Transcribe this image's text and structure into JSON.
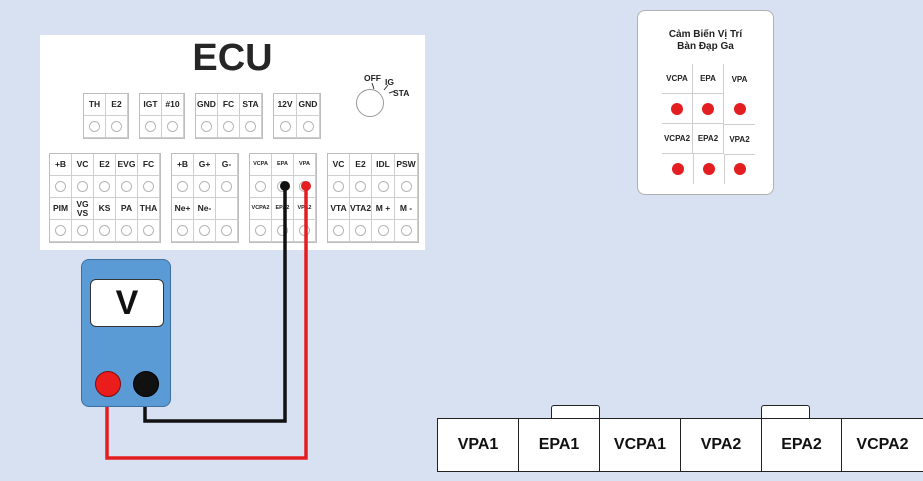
{
  "ecu": {
    "title": "ECU",
    "ignition": {
      "off": "OFF",
      "ig": "IG",
      "sta": "STA"
    },
    "top_groups": [
      [
        "TH",
        "E2"
      ],
      [
        "IGT",
        "#10"
      ],
      [
        "GND",
        "FC",
        "STA"
      ],
      [
        "12V",
        "GND"
      ]
    ],
    "bottom_groups": [
      {
        "row1": [
          "+B",
          "VC",
          "E2",
          "EVG",
          "FC"
        ],
        "row2": [
          "PIM",
          "VG VS",
          "KS",
          "PA",
          "THA"
        ]
      },
      {
        "row1": [
          "+B",
          "G+",
          "G-"
        ],
        "row2": [
          "Ne+",
          "Ne-",
          ""
        ]
      },
      {
        "row1": [
          "VCPA",
          "EPA",
          "VPA"
        ],
        "row2": [
          "VCPA2",
          "EPA2",
          "VPA2"
        ]
      },
      {
        "row1": [
          "VC",
          "E2",
          "IDL",
          "PSW"
        ],
        "row2": [
          "VTA",
          "VTA2",
          "M +",
          "M -"
        ]
      }
    ]
  },
  "sensor": {
    "title_line1": "Cảm Biến Vị Trí",
    "title_line2": "Bàn Đạp Ga",
    "row1": [
      "VCPA",
      "EPA",
      "VPA"
    ],
    "row2": [
      "VCPA2",
      "EPA2",
      "VPA2"
    ]
  },
  "meter": {
    "display": "V"
  },
  "connector": [
    "VPA1",
    "EPA1",
    "VCPA1",
    "VPA2",
    "EPA2",
    "VCPA2"
  ],
  "colors": {
    "background": "#d8e1f2",
    "meter_body": "#5b9bd5",
    "probe_red": "#e41d20",
    "probe_black": "#111111"
  }
}
